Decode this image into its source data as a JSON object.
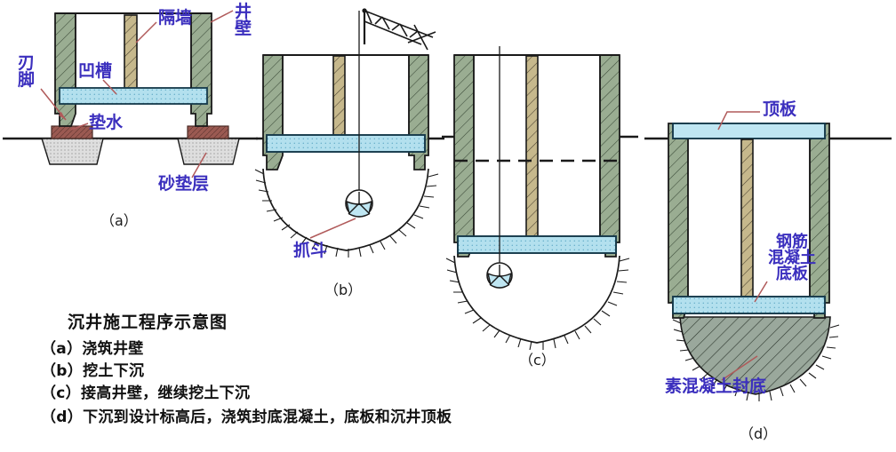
{
  "figure": {
    "title": "沉井施工程序示意图",
    "caption_lines": [
      "（a）浇筑井壁",
      "（b）挖土下沉",
      "（c）接高井壁，继续挖土下沉",
      "（d）下沉到设计标高后，浇筑封底混凝土，底板和沉井顶板"
    ]
  },
  "colors": {
    "label_text": "#3b2fbe",
    "leader_line": "#b05a5a",
    "wall_fill": "#9aad92",
    "partition_fill": "#c2b183",
    "slab_fill": "#b3e0ee",
    "slab_fill_dark": "#8ccbe0",
    "cushion_fill": "#9b5a52",
    "sand_fill": "#d8d8d8",
    "seal_fill": "#99a89a",
    "outline": "#1a1a1a",
    "caption_text": "#111111"
  },
  "panels": [
    {
      "id": "a",
      "tag": "（a）",
      "labels": [
        {
          "key": "cutting_edge",
          "text": "刃\n脚"
        },
        {
          "key": "groove",
          "text": "凹槽"
        },
        {
          "key": "partition_wall",
          "text": "隔墙"
        },
        {
          "key": "well_wall",
          "text": "井\n壁"
        },
        {
          "key": "water_cushion",
          "text": "垫水"
        },
        {
          "key": "sand_cushion",
          "text": "砂垫层"
        }
      ]
    },
    {
      "id": "b",
      "tag": "（b）",
      "labels": [
        {
          "key": "grab_bucket",
          "text": "抓斗"
        }
      ]
    },
    {
      "id": "c",
      "tag": "（c）",
      "labels": []
    },
    {
      "id": "d",
      "tag": "（d）",
      "labels": [
        {
          "key": "top_slab",
          "text": "顶板"
        },
        {
          "key": "rc_bottom_slab",
          "text": "钢筋\n混凝土\n底板"
        },
        {
          "key": "plain_concrete_seal",
          "text": "素混凝土封底"
        }
      ]
    }
  ]
}
